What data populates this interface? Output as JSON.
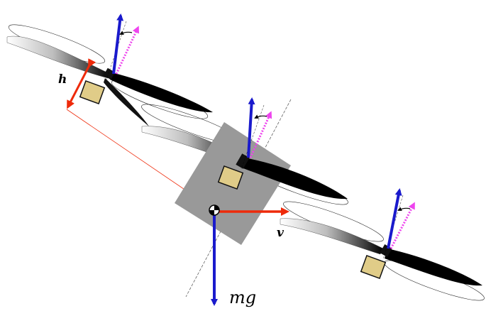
{
  "labels": {
    "h": "h",
    "v": "v",
    "mg": "mg"
  },
  "colors": {
    "thrust_arrow": "#1a1acc",
    "tilted_thrust_arrow": "#ee44ee",
    "velocity_arrow": "#ee2a0a",
    "h_arrow": "#ee2a0a",
    "gravity_arrow": "#1a1acc",
    "body": "#999999",
    "motor": "#e0cc88",
    "blade": "#000000",
    "background": "#ffffff"
  },
  "icons": {
    "center_of_mass": "center-of-mass-symbol"
  }
}
